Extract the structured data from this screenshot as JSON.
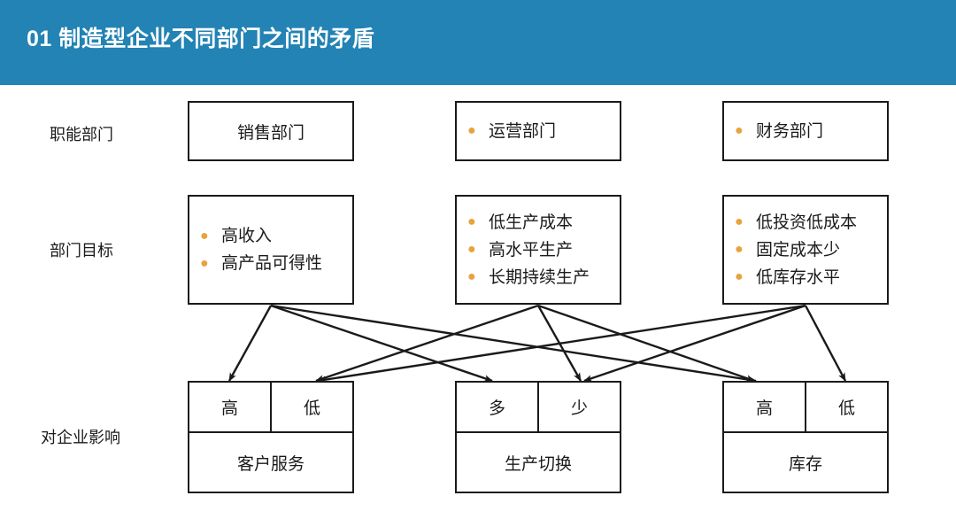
{
  "header": {
    "number": "01",
    "title": "01 制造型企业不同部门之间的矛盾",
    "bar_color": "#2283b4",
    "text_color": "#ffffff"
  },
  "colors": {
    "bullet": "#e8a33d",
    "line": "#1a1a1a",
    "box_background": "#ffffff"
  },
  "row_labels": {
    "functions": "职能部门",
    "goals": "部门目标",
    "impact": "对企业影响"
  },
  "columns": [
    {
      "key": "sales",
      "department": {
        "label": "销售部门",
        "bulleted": false
      },
      "goals": [
        "高收入",
        "高产品可得性"
      ],
      "impact": {
        "left_cell": "高",
        "right_cell": "低",
        "name": "客户服务"
      }
    },
    {
      "key": "operations",
      "department": {
        "label": "运营部门",
        "bulleted": true
      },
      "goals": [
        "低生产成本",
        "高水平生产",
        "长期持续生产"
      ],
      "impact": {
        "left_cell": "多",
        "right_cell": "少",
        "name": "生产切换"
      }
    },
    {
      "key": "finance",
      "department": {
        "label": "财务部门",
        "bulleted": true
      },
      "goals": [
        "低投资低成本",
        "固定成本少",
        "低库存水平"
      ],
      "impact": {
        "left_cell": "高",
        "right_cell": "低",
        "name": "库存"
      }
    }
  ],
  "connections": [
    {
      "from": "sales",
      "to": "客户服务-高"
    },
    {
      "from": "sales",
      "to": "生产切换-多"
    },
    {
      "from": "sales",
      "to": "库存-高"
    },
    {
      "from": "operations",
      "to": "客户服务-低"
    },
    {
      "from": "operations",
      "to": "生产切换-少"
    },
    {
      "from": "operations",
      "to": "库存-高"
    },
    {
      "from": "finance",
      "to": "客户服务-低"
    },
    {
      "from": "finance",
      "to": "生产切换-少"
    },
    {
      "from": "finance",
      "to": "库存-低"
    }
  ]
}
